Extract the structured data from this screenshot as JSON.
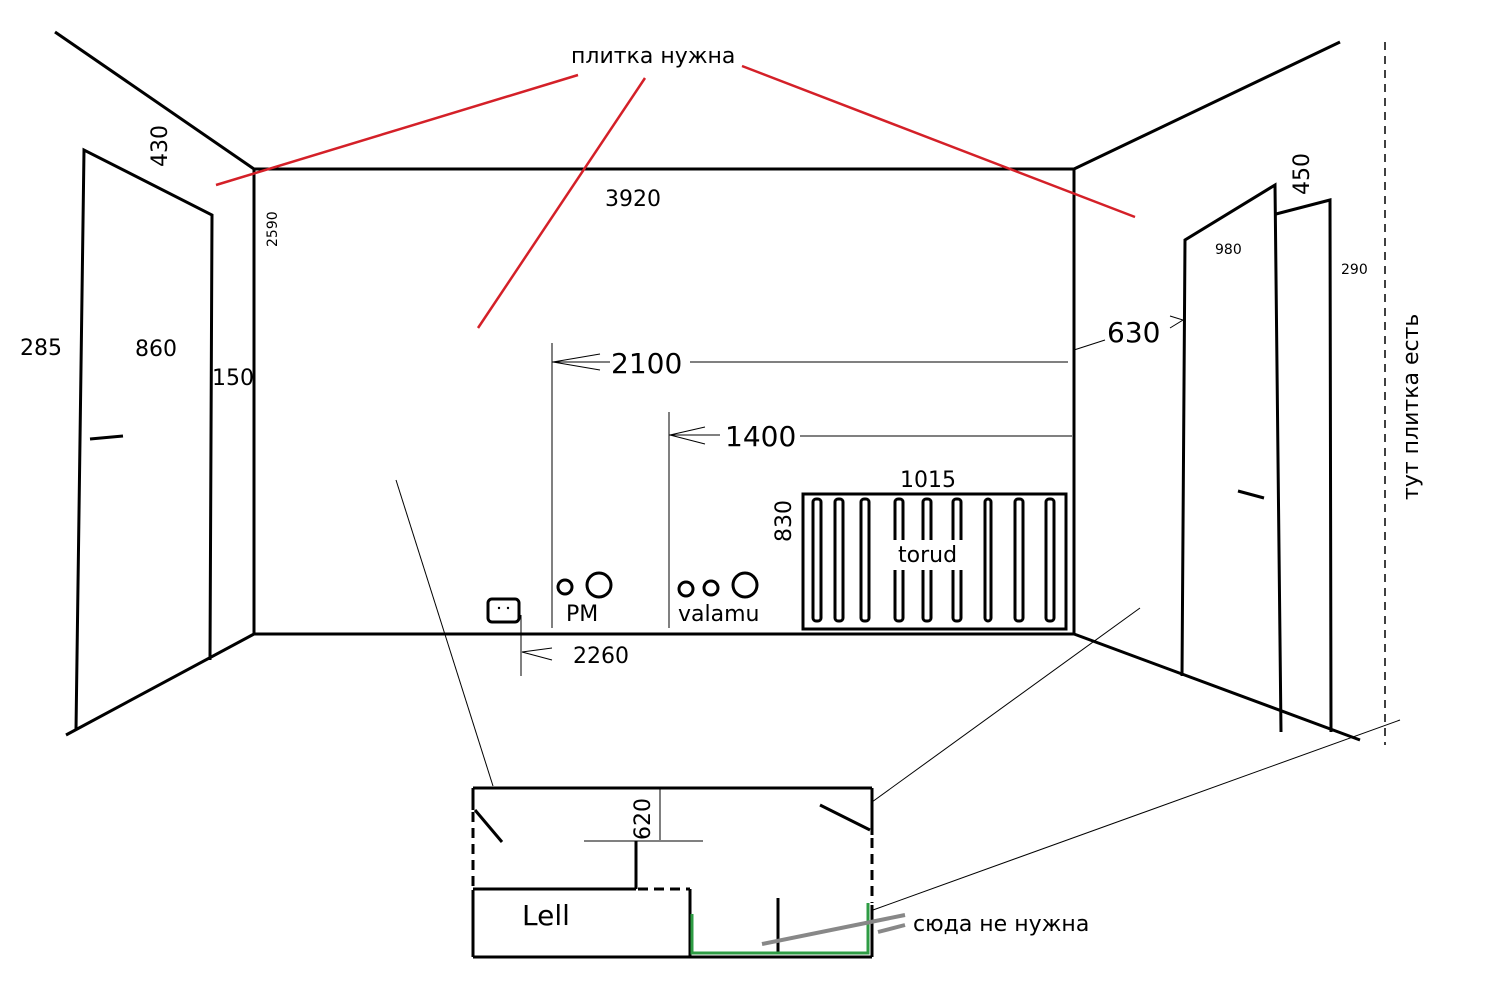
{
  "colors": {
    "annotation": "#d42028",
    "no_tile": "#2e9c44",
    "pointer": "#888888"
  },
  "labels": {
    "tile_needed": "плитка нужна",
    "tile_exists": "тут плитка есть",
    "no_tile_here": "сюда не нужна",
    "pm": "PM",
    "valamu": "valamu",
    "torud": "torud",
    "lell": "Lell"
  },
  "dimensions": {
    "d430": "430",
    "d285": "285",
    "d860": "860",
    "d150": "150",
    "d2590": "2590",
    "d3920": "3920",
    "d2100": "2100",
    "d1400": "1400",
    "d1015": "1015",
    "d830": "830",
    "d2260": "2260",
    "d630": "630",
    "d980": "980",
    "d450": "450",
    "d290": "290",
    "d620": "620"
  }
}
